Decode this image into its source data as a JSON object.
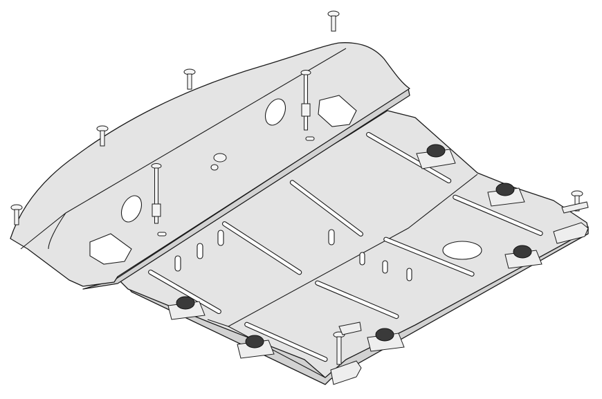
{
  "drawing": {
    "colors": {
      "plate_fill": "#e4e4e4",
      "plate_side": "#d2d2d2",
      "outline": "#1a1a1a",
      "rubber_pad": "#3a3a3a",
      "background": "#ffffff"
    },
    "parts": [
      "front-plate",
      "main-plate",
      "bolts",
      "rubber-mounts",
      "brackets"
    ]
  }
}
